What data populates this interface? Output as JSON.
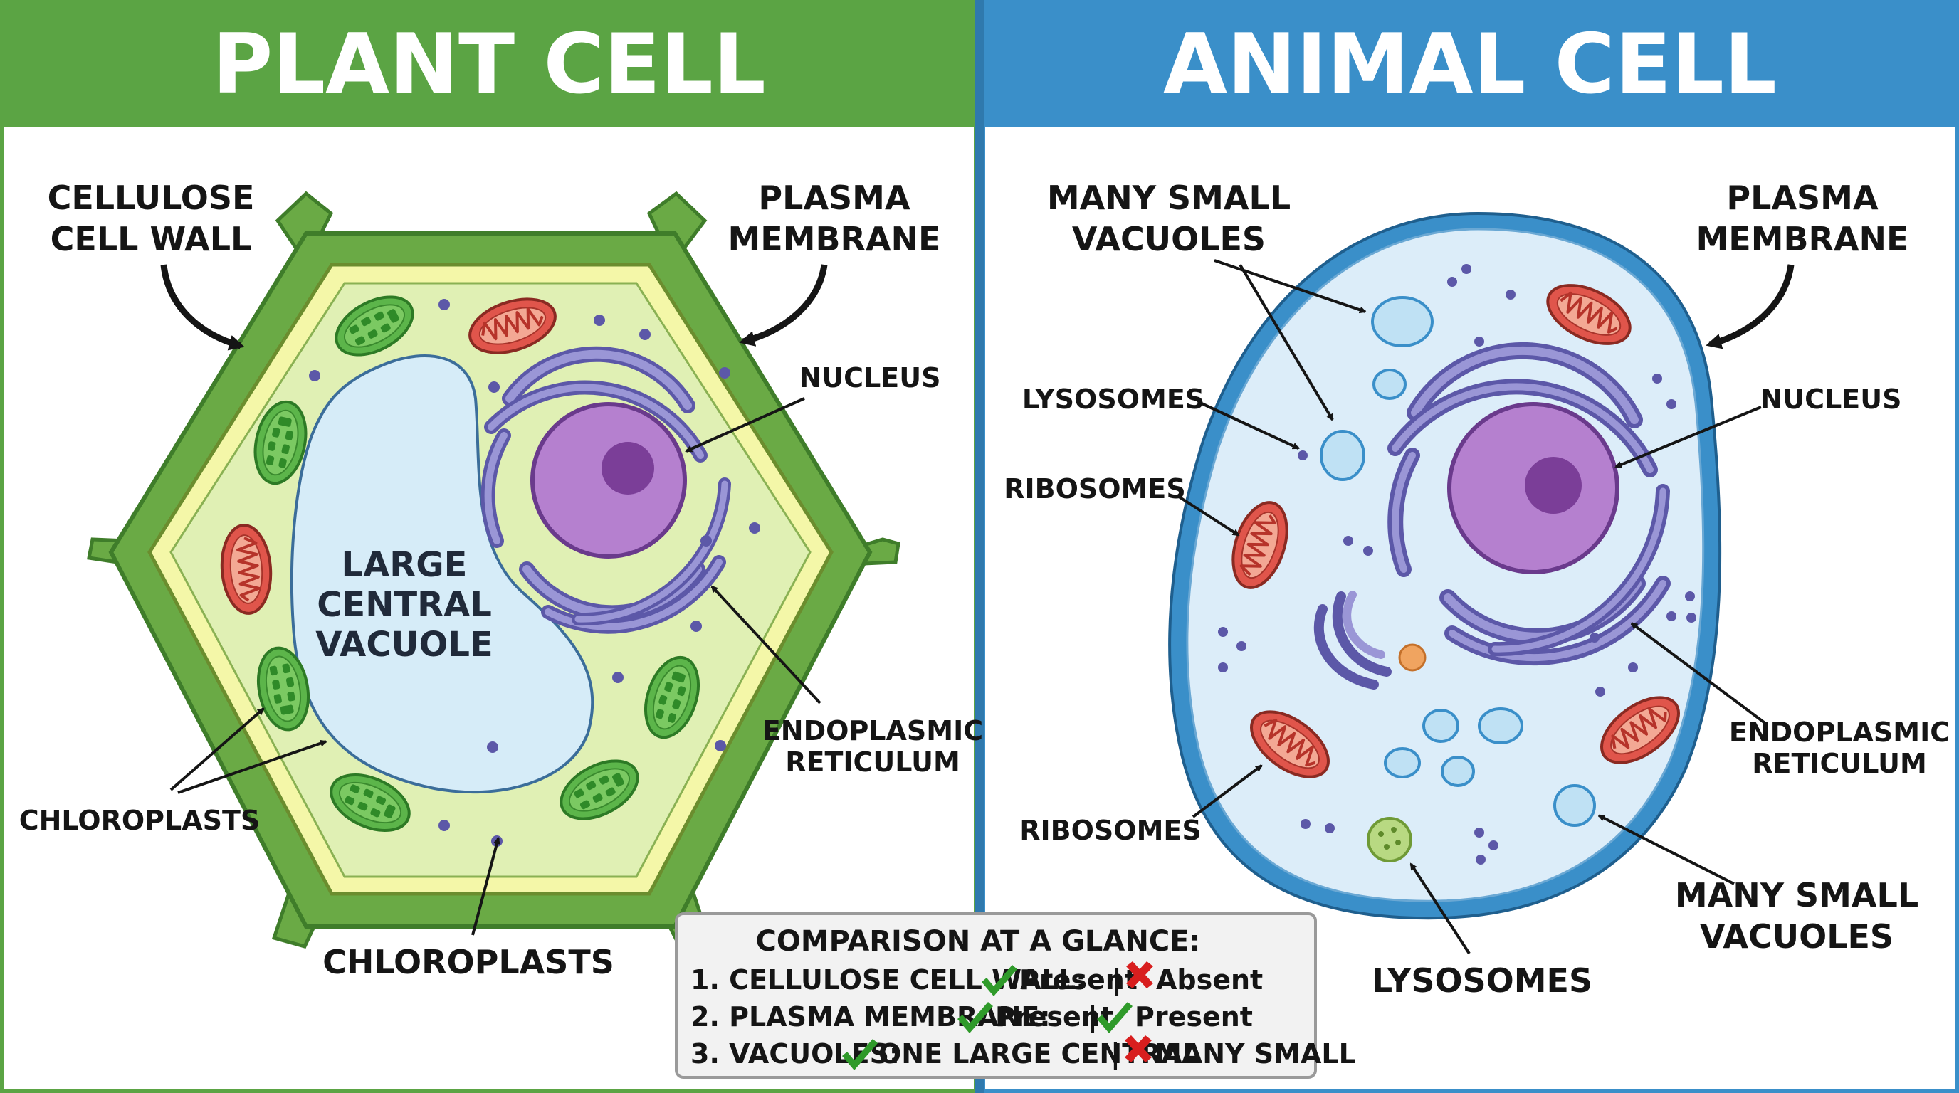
{
  "plant": {
    "title": "PLANT CELL",
    "labels": {
      "cell_wall_1": "CELLULOSE",
      "cell_wall_2": "CELL WALL",
      "membrane_1": "PLASMA",
      "membrane_2": "MEMBRANE",
      "nucleus": "NUCLEUS",
      "vacuole_1": "LARGE",
      "vacuole_2": "CENTRAL",
      "vacuole_3": "VACUOLE",
      "chloroplasts_left": "CHLOROPLASTS",
      "er_1": "ENDOPLASMIC",
      "er_2": "RETICULUM",
      "chloroplasts_bottom": "CHLOROPLASTS"
    }
  },
  "animal": {
    "title": "ANIMAL CELL",
    "labels": {
      "vacuoles_top_1": "MANY SMALL",
      "vacuoles_top_2": "VACUOLES",
      "membrane_1": "PLASMA",
      "membrane_2": "MEMBRANE",
      "lysosomes_top": "LYSOSOMES",
      "nucleus": "NUCLEUS",
      "ribosomes_top": "RIBOSOMES",
      "er_1": "ENDOPLASMIC",
      "er_2": "RETICULUM",
      "ribosomes_bottom": "RIBOSOMES",
      "vacuoles_bottom_1": "MANY SMALL",
      "vacuoles_bottom_2": "VACUOLES",
      "lysosomes_bottom": "LYSOSOMES"
    }
  },
  "comparison": {
    "heading": "COMPARISON AT A GLANCE:",
    "rows": [
      {
        "label": "1. CELLULOSE CELL WALL:",
        "plant": "Present",
        "sep": "|",
        "animal": "Absent",
        "plant_mark": "check",
        "animal_mark": "cross"
      },
      {
        "label": "2. PLASMA MEMBRANE:",
        "plant": "Present",
        "sep": "|",
        "animal": "Present",
        "plant_mark": "check",
        "animal_mark": "check"
      },
      {
        "label": "3. VACUOLES:",
        "plant": "ONE LARGE CENTRAL",
        "sep": "|",
        "animal": "MANY SMALL",
        "plant_mark": "check",
        "animal_mark": "cross"
      }
    ]
  },
  "colors": {
    "plant_header": "#5ba444",
    "animal_header": "#3a8fc9",
    "divider": "#2f79ad",
    "cell_wall": "#6aaa45",
    "plant_cytoplasm": "#e0f0b4",
    "vacuole": "#d6ecf8",
    "nucleus": "#b580cf",
    "er": "#7b75c0",
    "mitochondria": "#e0554b",
    "chloroplast": "#5cb54a",
    "animal_cytoplasm": "#dcedf9",
    "animal_membrane": "#3a8fc9"
  }
}
